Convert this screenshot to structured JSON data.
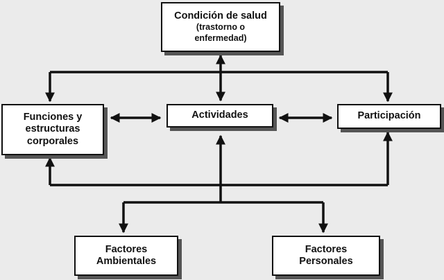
{
  "diagram": {
    "condition": {
      "title": "Condición de salud",
      "subtitle_line1": "(trastorno o",
      "subtitle_line2": "enfermedad)"
    },
    "functions": {
      "line1": "Funciones y",
      "line2": "estructuras",
      "line3": "corporales"
    },
    "activities": {
      "label": "Actividades"
    },
    "participation": {
      "label": "Participación"
    },
    "environmental": {
      "line1": "Factores",
      "line2": "Ambientales"
    },
    "personal": {
      "line1": "Factores",
      "line2": "Personales"
    }
  },
  "colors": {
    "background": "#ebebeb",
    "box_fill": "#ffffff",
    "line": "#111111",
    "shadow": "#555555"
  }
}
